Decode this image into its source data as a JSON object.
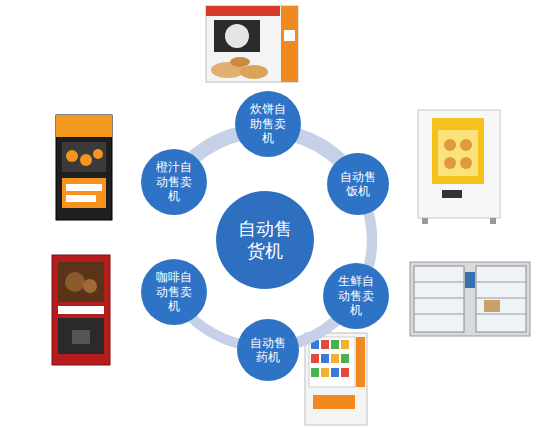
{
  "diagram": {
    "nodes": [
      {
        "text": [
          "自动售 货机"
        ]
      },
      {
        "text": [
          "炊饼自 助售卖 机"
        ]
      },
      {
        "text": [
          "自动售 饭机"
        ]
      },
      {
        "text": [
          "生鲜自 动售卖 机"
        ]
      },
      {
        "text": [
          "自动售 药机"
        ]
      },
      {
        "text": [
          "咖啡自 动售卖 机"
        ]
      },
      {
        "text": [
          "橙汁自 动售卖 机"
        ]
      }
    ],
    "edges": [
      {
        "from": 1,
        "to": 2,
        "arrow": "none"
      },
      {
        "from": 2,
        "to": 3,
        "arrow": "none"
      },
      {
        "from": 3,
        "to": 4,
        "arrow": "none"
      },
      {
        "from": 4,
        "to": 5,
        "arrow": "none"
      },
      {
        "from": 5,
        "to": 6,
        "arrow": "none"
      },
      {
        "from": 6,
        "to": 1,
        "arrow": "none"
      }
    ]
  }
}
